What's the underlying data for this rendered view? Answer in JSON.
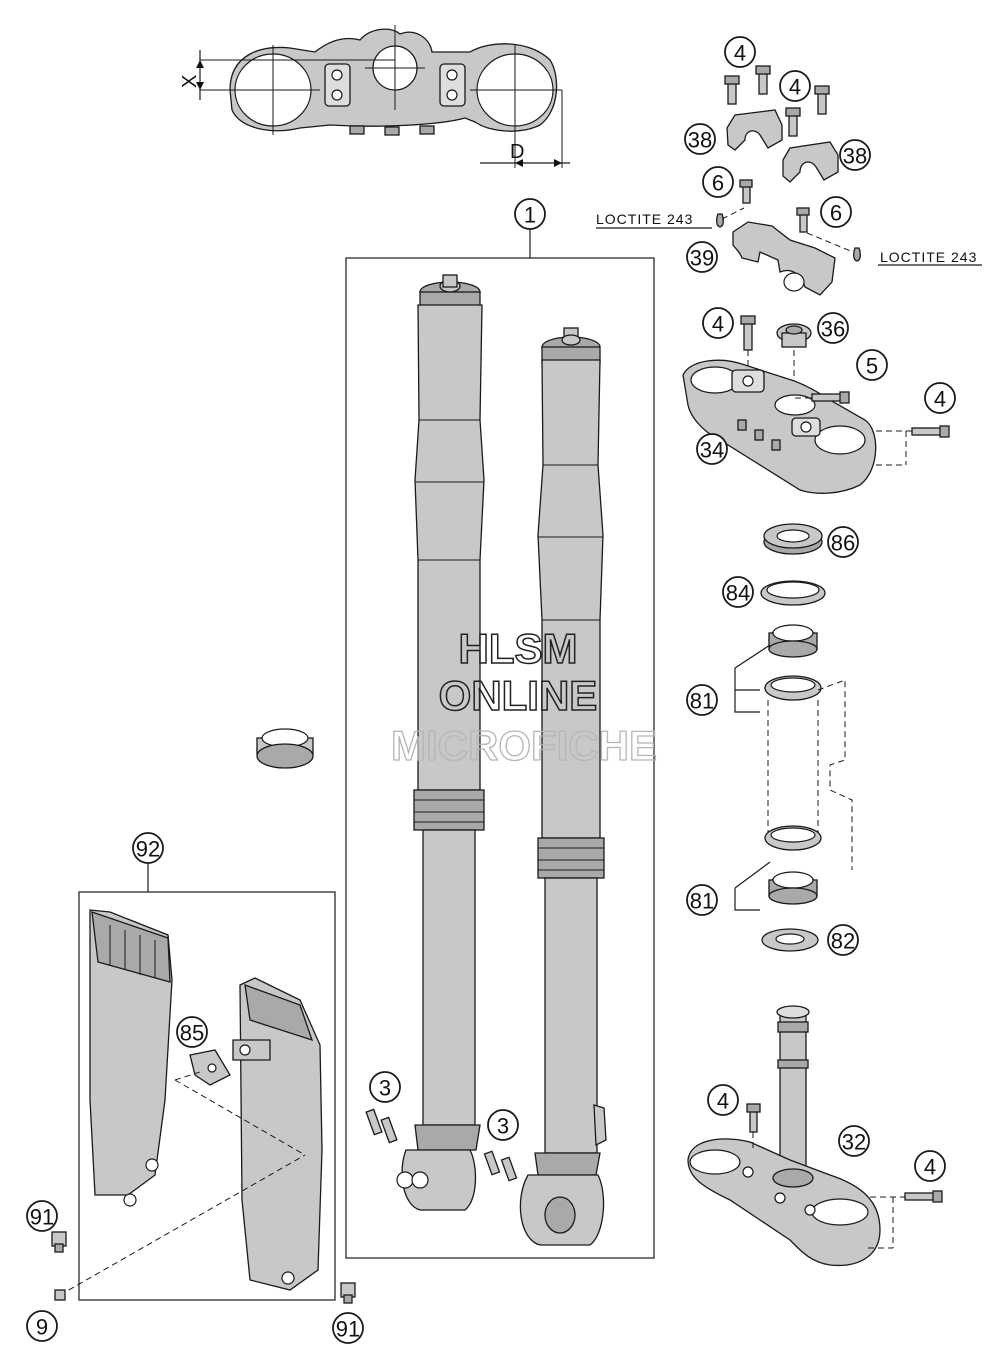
{
  "dimension_labels": {
    "x": "X",
    "d": "D"
  },
  "notes": {
    "loctite_left": "LOCTITE 243",
    "loctite_right": "LOCTITE 243"
  },
  "watermark": {
    "line1": "HLSM",
    "line2": "ONLINE",
    "line3": "MICROFICHE"
  },
  "callouts": [
    {
      "id": "c-4-a",
      "label": "4"
    },
    {
      "id": "c-4-b",
      "label": "4"
    },
    {
      "id": "c-38-a",
      "label": "38"
    },
    {
      "id": "c-38-b",
      "label": "38"
    },
    {
      "id": "c-6-a",
      "label": "6"
    },
    {
      "id": "c-6-b",
      "label": "6"
    },
    {
      "id": "c-39",
      "label": "39"
    },
    {
      "id": "c-1",
      "label": "1"
    },
    {
      "id": "c-4-c",
      "label": "4"
    },
    {
      "id": "c-36",
      "label": "36"
    },
    {
      "id": "c-5",
      "label": "5"
    },
    {
      "id": "c-4-d",
      "label": "4"
    },
    {
      "id": "c-34",
      "label": "34"
    },
    {
      "id": "c-86",
      "label": "86"
    },
    {
      "id": "c-84",
      "label": "84"
    },
    {
      "id": "c-81-a",
      "label": "81"
    },
    {
      "id": "c-81-b",
      "label": "81"
    },
    {
      "id": "c-82",
      "label": "82"
    },
    {
      "id": "c-92",
      "label": "92"
    },
    {
      "id": "c-85",
      "label": "85"
    },
    {
      "id": "c-3-a",
      "label": "3"
    },
    {
      "id": "c-3-b",
      "label": "3"
    },
    {
      "id": "c-4-e",
      "label": "4"
    },
    {
      "id": "c-32",
      "label": "32"
    },
    {
      "id": "c-4-f",
      "label": "4"
    },
    {
      "id": "c-91-a",
      "label": "91"
    },
    {
      "id": "c-9",
      "label": "9"
    },
    {
      "id": "c-91-b",
      "label": "91"
    }
  ]
}
